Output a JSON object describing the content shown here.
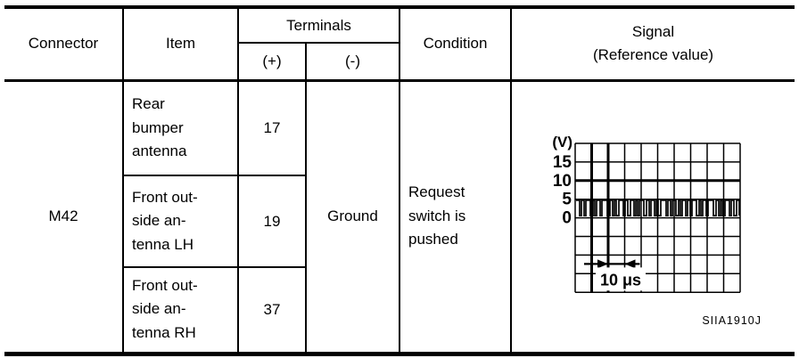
{
  "header": {
    "connector": "Connector",
    "item": "Item",
    "terminals": "Terminals",
    "plus": "(+)",
    "minus": "(-)",
    "condition": "Condition",
    "signal": "Signal\n(Reference value)"
  },
  "body": {
    "connector": "M42",
    "rows": [
      {
        "item": "Rear\nbumper\nantenna",
        "terminal_plus": "17"
      },
      {
        "item": "Front out-\nside an-\ntenna LH",
        "terminal_plus": "19"
      },
      {
        "item": "Front out-\nside an-\ntenna RH",
        "terminal_plus": "37"
      }
    ],
    "terminal_minus": "Ground",
    "condition": "Request\nswitch is\npushed"
  },
  "chart_data": {
    "type": "line",
    "title": "Oscilloscope reference waveform",
    "unit_label": "(V)",
    "y_tick_labels": [
      "15",
      "10",
      "5",
      "0"
    ],
    "y_tick_values": [
      15,
      10,
      5,
      0
    ],
    "grid_cols": 10,
    "grid_rows": 8,
    "volts_per_div": 5,
    "bold_v_gridlines": [
      1,
      2
    ],
    "bold_h_gridline": 2,
    "time_per_div_label": "10 μs",
    "signal": {
      "shape": "pulse-train",
      "high_v": 5,
      "low_v": 0
    },
    "pulse_widths": [
      4,
      2,
      3,
      2,
      5,
      3,
      2,
      2,
      4,
      2,
      6,
      3,
      3,
      2,
      2,
      3,
      5,
      2,
      3,
      3,
      4,
      2,
      2,
      2,
      5,
      3,
      3,
      2,
      4,
      2,
      2,
      3,
      6,
      2,
      3,
      2,
      4,
      3,
      2,
      2
    ],
    "code": "SIIA1910J",
    "ink_color": "#000000",
    "paper_color": "#ffffff"
  }
}
